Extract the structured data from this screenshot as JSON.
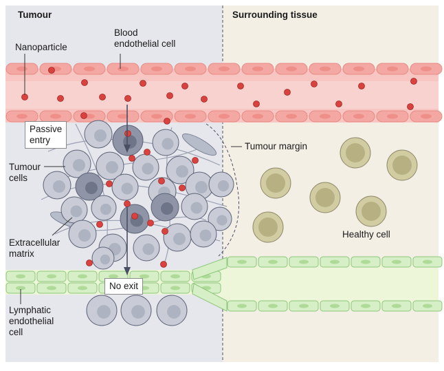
{
  "headings": {
    "tumour": "Tumour",
    "surrounding": "Surrounding tissue"
  },
  "labels": {
    "nanoparticle": "Nanoparticle",
    "blood_endothelial": "Blood\nendothelial cell",
    "passive_entry": "Passive\nentry",
    "tumour_margin": "Tumour margin",
    "tumour_cells": "Tumour\ncells",
    "extracellular_matrix": "Extracellular\nmatrix",
    "healthy_cell": "Healthy cell",
    "no_exit": "No exit",
    "lymphatic_endothelial": "Lymphatic\nendothelial\ncell"
  },
  "colors": {
    "tumour_bg": "#e6e7ec",
    "tissue_bg": "#f3efe5",
    "vessel_lumen": "#f7c6c3",
    "vessel_cell": "#f4a8a4",
    "vessel_cell_nucleus": "#ef8f89",
    "nanoparticle": "#d9423e",
    "lymph_cell": "#d6efc6",
    "lymph_cell_nucleus": "#aedb98",
    "lymph_lumen": "#eef6d9",
    "tumour_cell": "#c9ccd6",
    "tumour_cell_dark": "#8f95a6",
    "healthy_cell": "#d2cca2",
    "healthy_cell_nucleus": "#b7b083"
  }
}
